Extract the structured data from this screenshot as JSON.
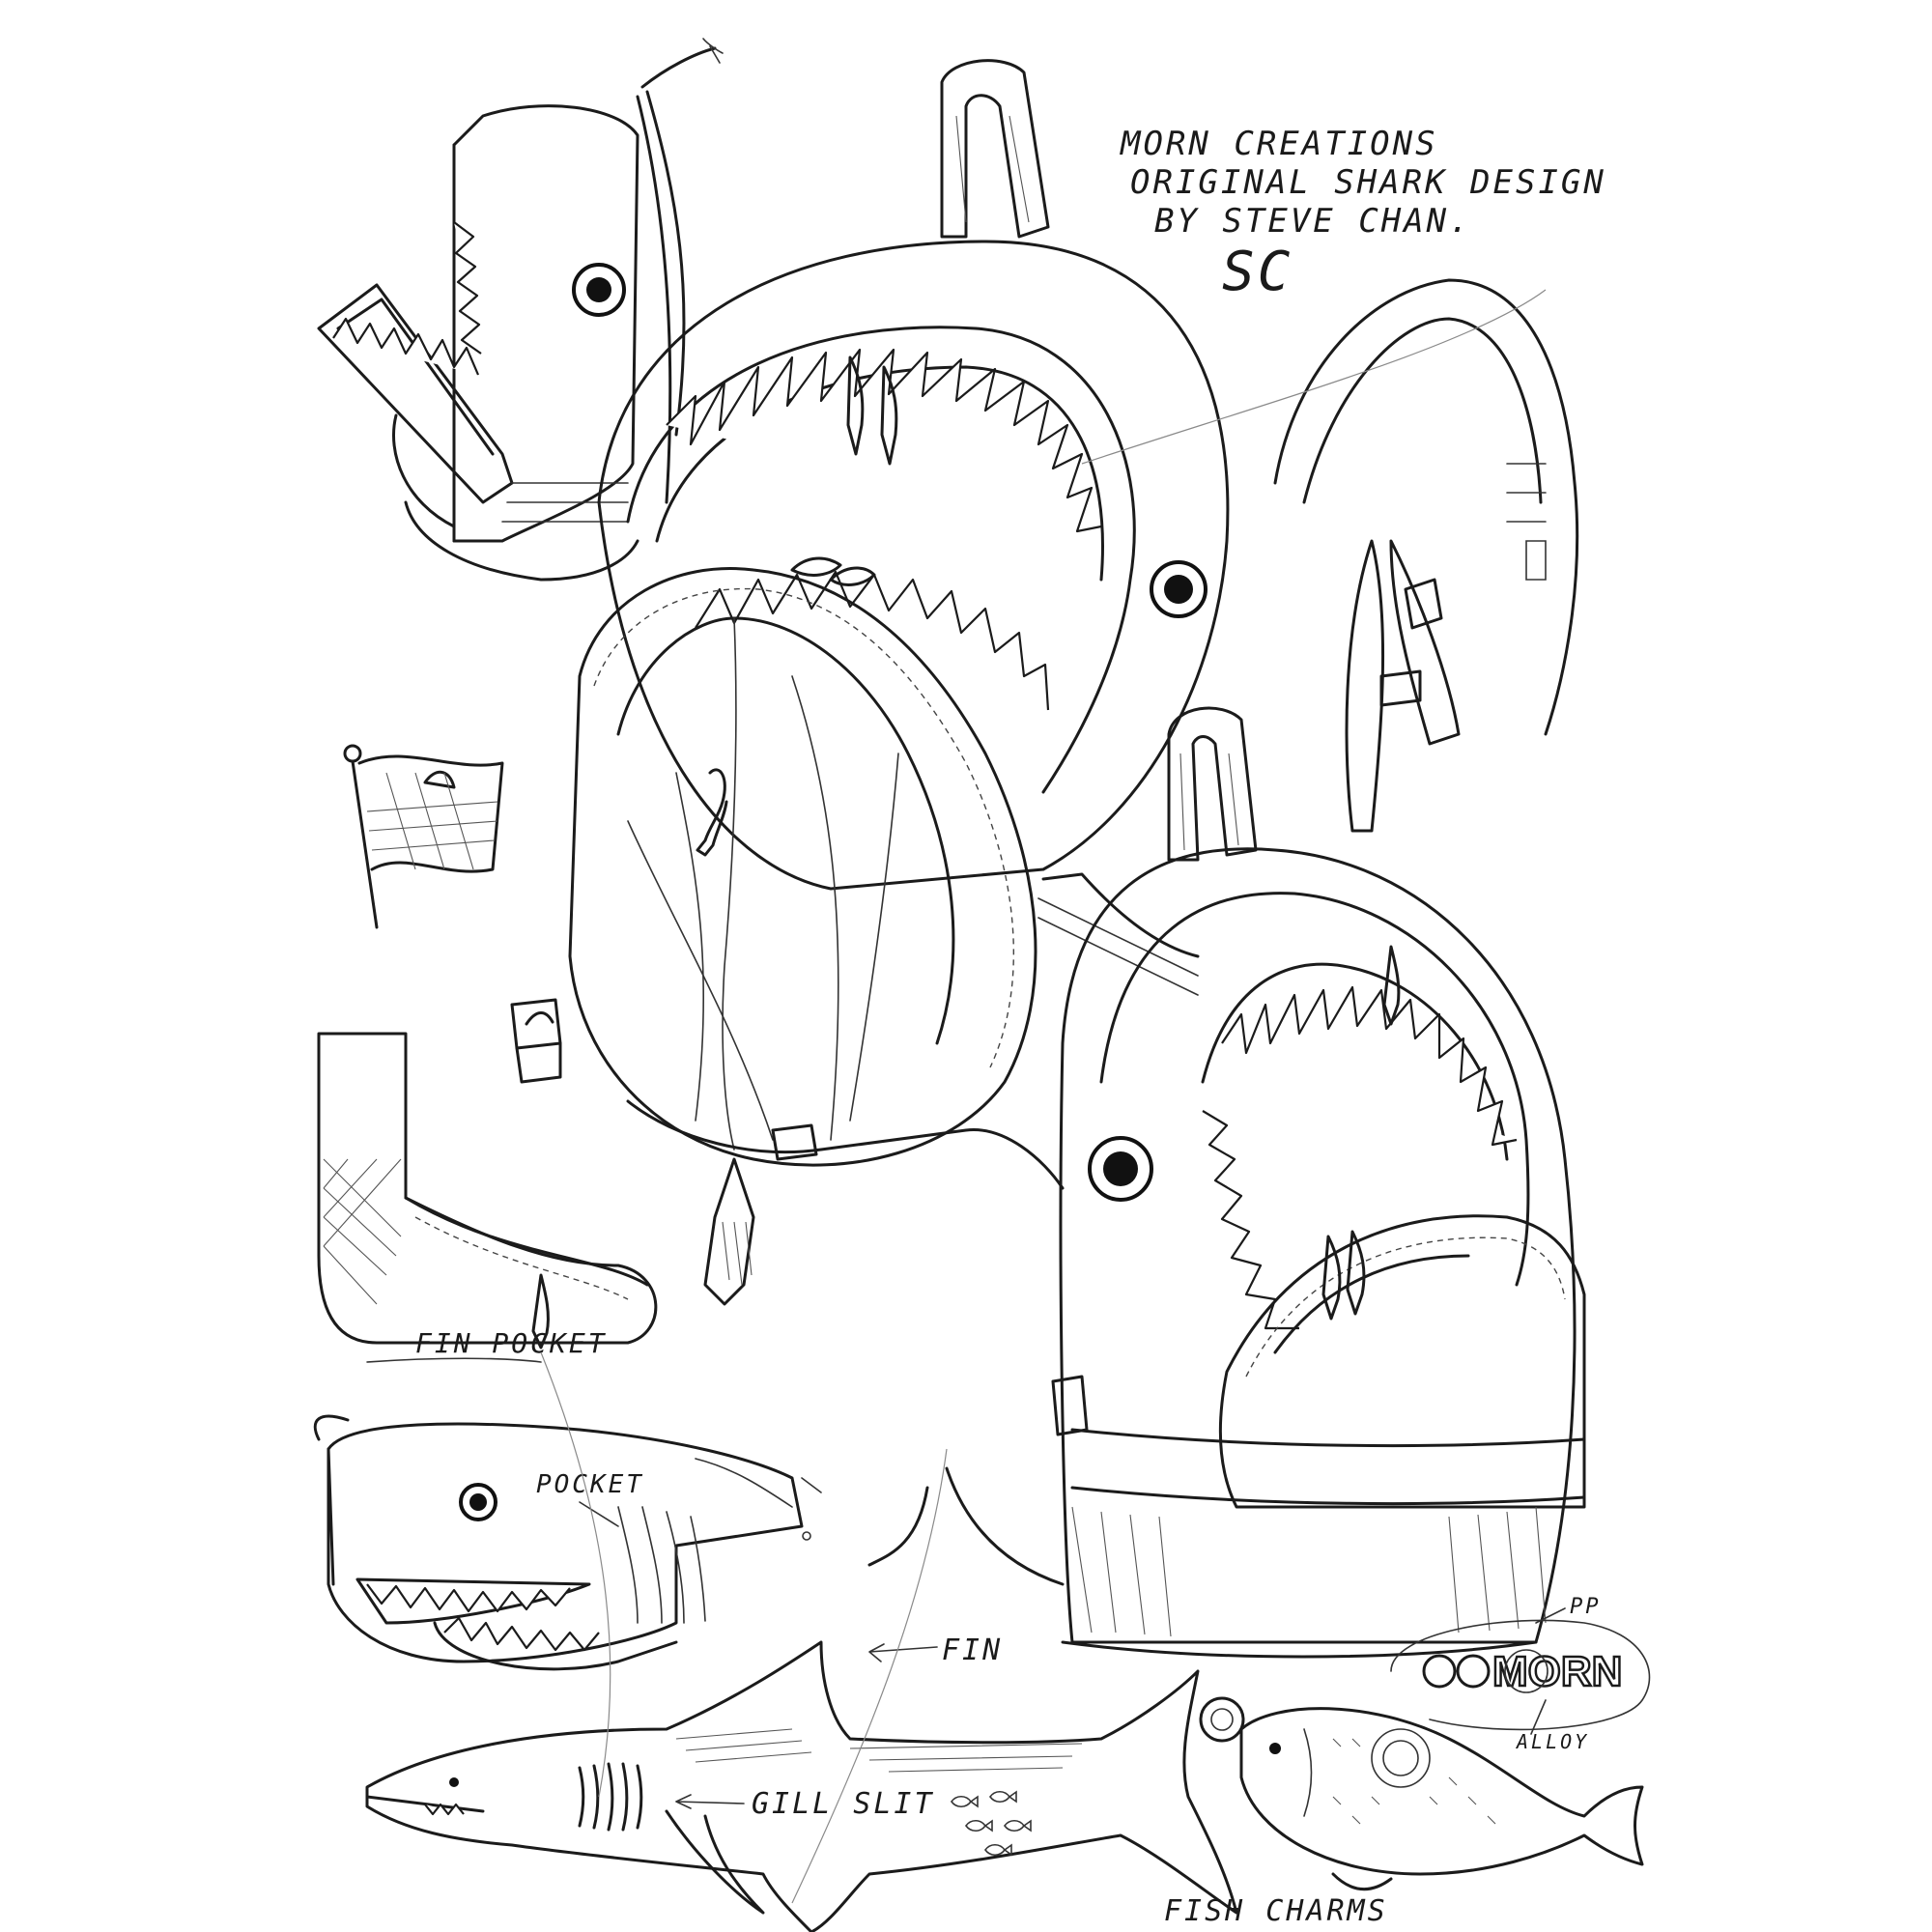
{
  "credit": {
    "line1": "MORN CREATIONS",
    "line2": "ORIGINAL SHARK DESIGN",
    "line3": "BY STEVE CHAN.",
    "signature": "SC"
  },
  "labels": {
    "fin_pocket": "FIN POCKET",
    "pocket": "POCKET",
    "fin": "FIN",
    "gill_slit": "GILL SLIT",
    "fish_charms": "FISH CHARMS",
    "pp": "PP",
    "alloy": "ALLOY"
  },
  "logo": {
    "text": "MORN",
    "prefix": "OO"
  },
  "colors": {
    "ink": "#1b1b1b",
    "paper": "#ffffff"
  }
}
